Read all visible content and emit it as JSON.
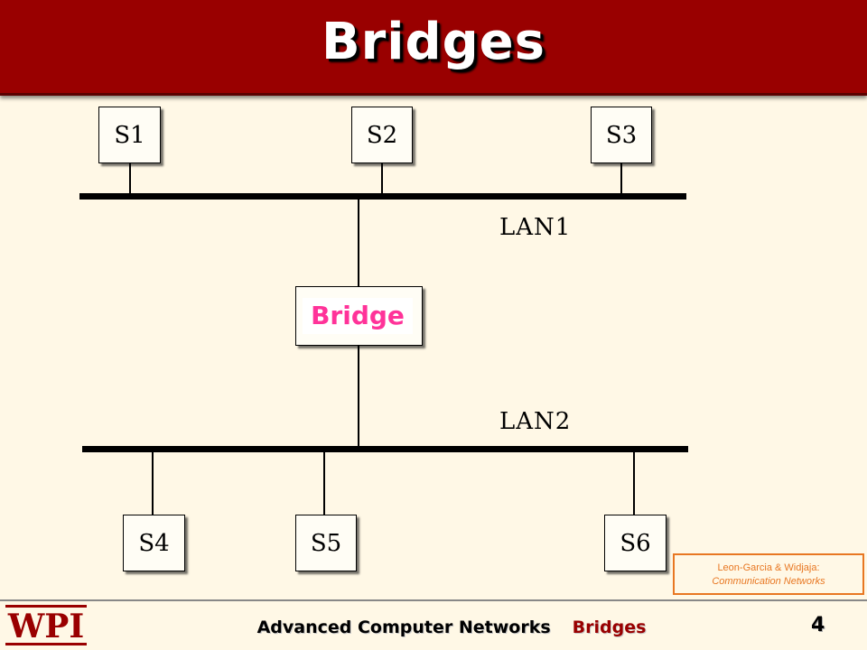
{
  "slide": {
    "title": "Bridges",
    "page_number": "4"
  },
  "diagram": {
    "stations_top": [
      "S1",
      "S2",
      "S3"
    ],
    "stations_bottom": [
      "S4",
      "S5",
      "S6"
    ],
    "lan1_label": "LAN1",
    "lan2_label": "LAN2",
    "bridge_label": "Bridge"
  },
  "citation": {
    "line1": "Leon-Garcia & Widjaja:",
    "line2": "Communication Networks"
  },
  "footer": {
    "course": "Advanced Computer Networks",
    "topic": "Bridges",
    "logo_text": "WPI"
  },
  "colors": {
    "title_bar": "#990000",
    "background": "#fff8e6",
    "bridge_text": "#ff3399",
    "citation": "#e87722"
  }
}
